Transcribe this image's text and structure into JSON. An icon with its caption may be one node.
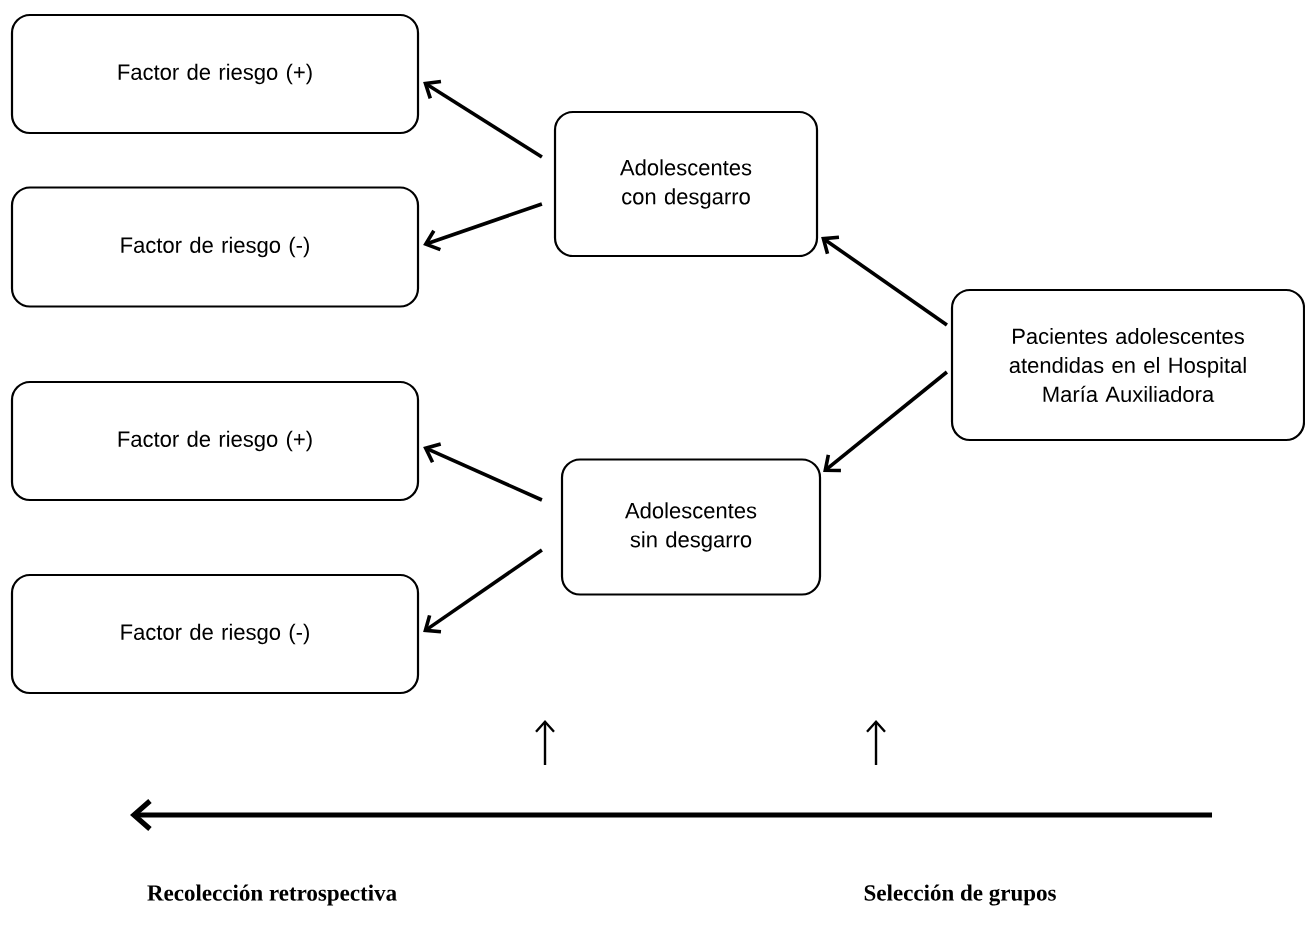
{
  "diagram": {
    "nodes": [
      {
        "text": [
          "Factor de riesgo (+)"
        ]
      },
      {
        "text": [
          "Factor de riesgo (-)"
        ]
      },
      {
        "text": [
          "Adolescentes con desgarro"
        ]
      },
      {
        "text": [
          "Pacientes adolescentes atendidas en el Hospital María Auxiliadora"
        ]
      },
      {
        "text": [
          "Factor de riesgo (+)"
        ]
      },
      {
        "text": [
          "Adolescentes sin desgarro"
        ]
      },
      {
        "text": [
          "Factor de riesgo (-)"
        ]
      }
    ],
    "edges": [
      {
        "from": 2,
        "to": 0,
        "arrow": "to"
      },
      {
        "from": 2,
        "to": 1,
        "arrow": "to"
      },
      {
        "from": 3,
        "to": 2,
        "arrow": "to"
      },
      {
        "from": 3,
        "to": 5,
        "arrow": "to"
      },
      {
        "from": 5,
        "to": 4,
        "arrow": "to"
      },
      {
        "from": 5,
        "to": 6,
        "arrow": "to"
      }
    ],
    "labels": [
      "Recolección retrospectiva",
      "Selección de grupos"
    ]
  }
}
